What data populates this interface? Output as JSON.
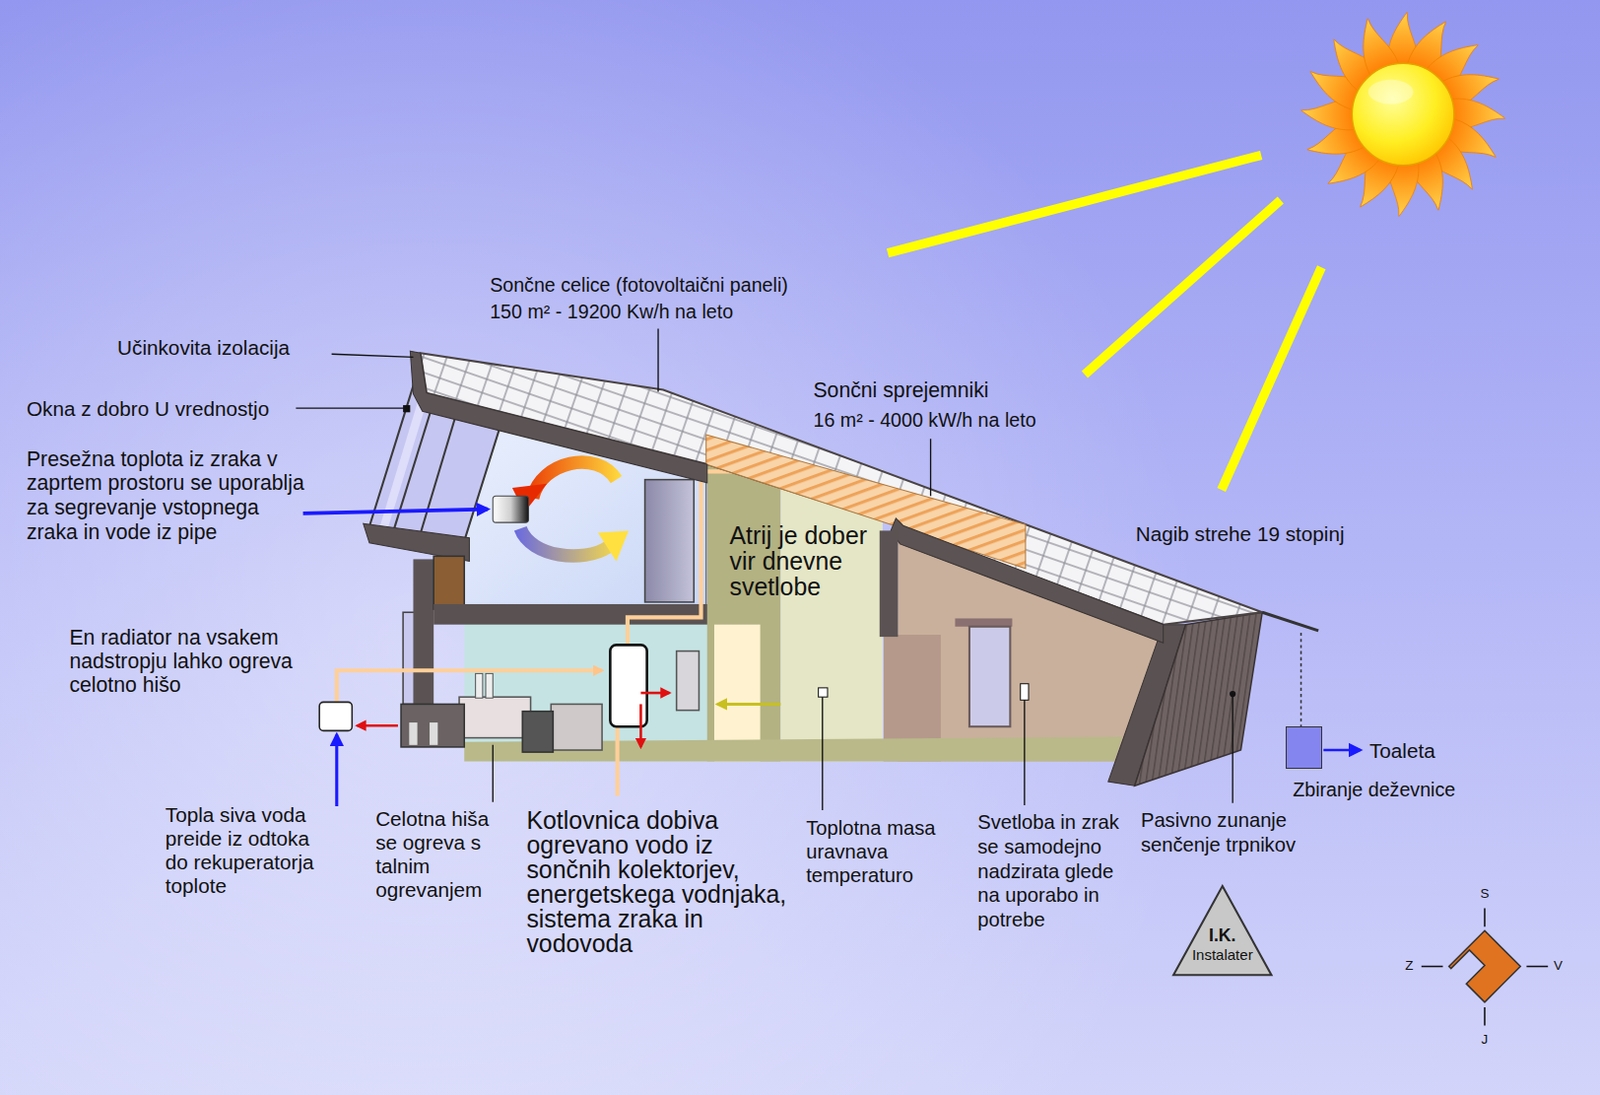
{
  "diagram": {
    "nodes": [
      {
        "text": [
          "Zbiranje deževnice"
        ]
      },
      {
        "text": [
          "I.K.",
          "Instalater"
        ]
      }
    ],
    "labels": [
      "Sončne celice (fotovoltaični paneli)",
      "150 m² - 19200 Kw/h na leto",
      "Učinkovita izolacija",
      "Okna z dobro U vrednostjo",
      "Sončni sprejemniki",
      "16 m² - 4000 kW/h na leto",
      "Presežna toplota iz zraka v zaprtem prostoru se uporablja za segrevanje vstopnega zraka in vode iz pipe",
      "Atrij je dober vir dnevne svetlobe",
      "Nagib strehe 19 stopinj",
      "En radiator na vsakem nadstropju lahko ogreva celotno hišo",
      "Toaleta",
      "Topla siva voda preide iz odtoka do rekuperatorja toplote",
      "Celotna hiša se ogreva s talnim ogrevanjem",
      "Kotlovnica dobiva ogrevano vodo iz sončnih kolektorjev, energetskega vodnjaka, sistema zraka in vodovoda",
      "Toplotna masa uravnava temperaturo",
      "Svetloba in zrak se samodejno nadzirata glede na uporabo in potrebe",
      "Pasivno zunanje senčenje trpnikov",
      "S",
      "Z",
      "V",
      "J"
    ]
  }
}
